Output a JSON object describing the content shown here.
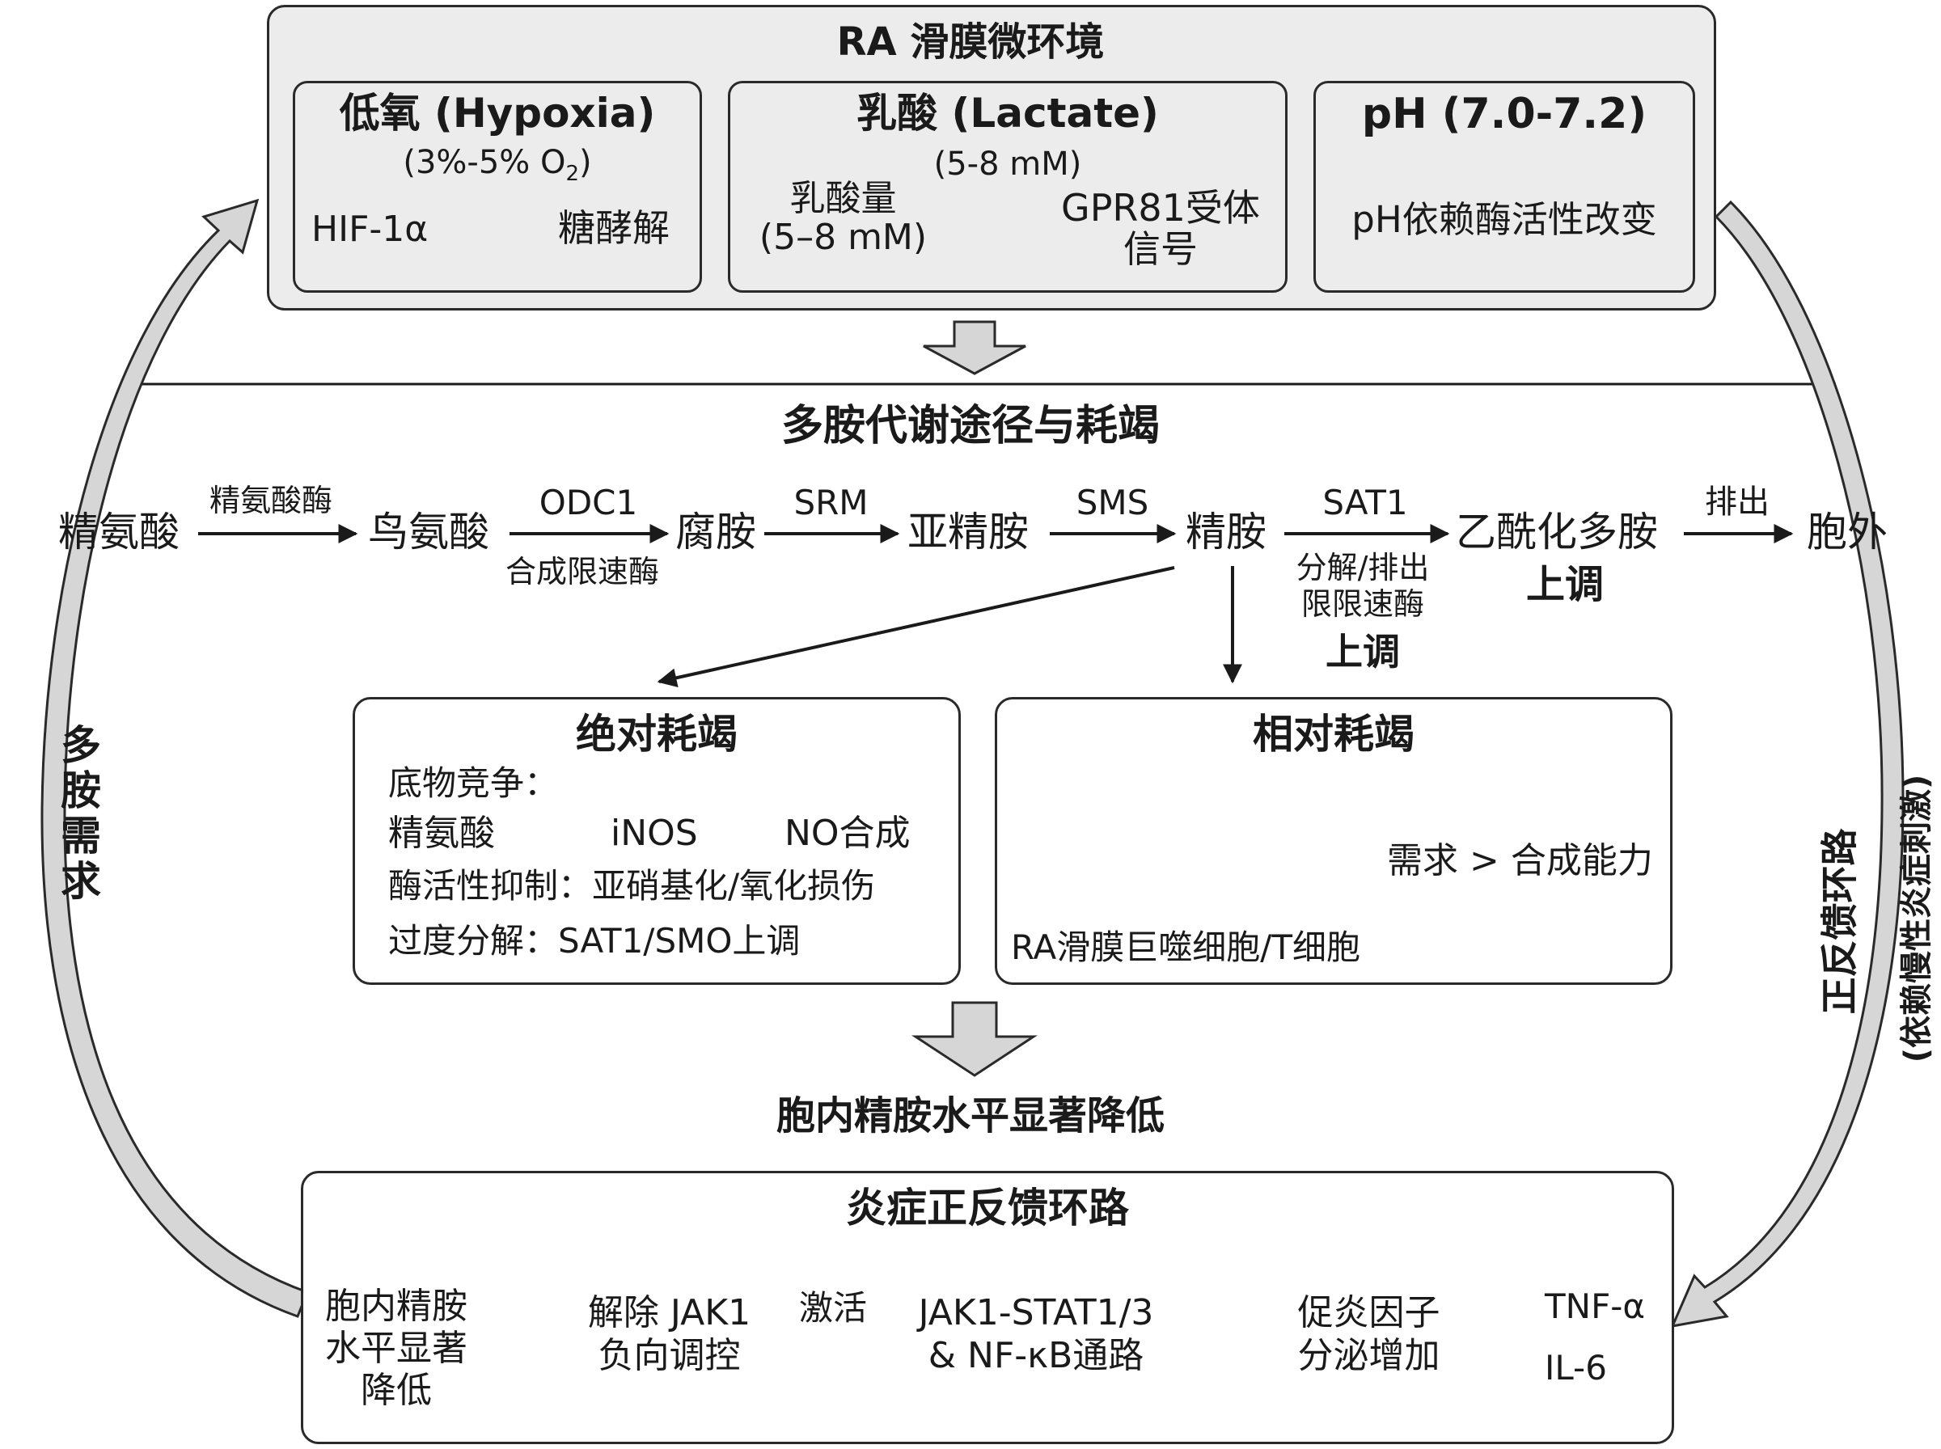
{
  "microenv": {
    "title": "RA 滑膜微环境",
    "hypoxia": {
      "title": "低氧 (Hypoxia)",
      "sub_pre": "(3%-5% O",
      "sub_sub": "2",
      "sub_post": ")",
      "left": "HIF-1α",
      "right": "糖酵解"
    },
    "lactate": {
      "title": "乳酸 (Lactate)",
      "sub": "(5-8 mM)",
      "left_line1": "乳酸量",
      "left_line2": "(5–8 mM)",
      "right_line1": "GPR81受体",
      "right_line2": "信号"
    },
    "ph": {
      "title": "pH (7.0-7.2)",
      "text": "pH依赖酶活性改变"
    }
  },
  "pathway": {
    "title": "多胺代谢途径与耗竭",
    "nodes": [
      "精氨酸",
      "鸟氨酸",
      "腐胺",
      "亚精胺",
      "精胺",
      "乙酰化多胺",
      "胞外"
    ],
    "enzymes": [
      "精氨酸酶",
      "ODC1",
      "SRM",
      "SMS",
      "SAT1",
      "排出"
    ],
    "odc1_note": "合成限速酶",
    "sat1_note_line1": "分解/排出",
    "sat1_note_line2": "限限速酶",
    "sat1_up": "上调",
    "acetyl_up": "上调"
  },
  "absolute": {
    "title": "绝对耗竭",
    "line1": "底物竞争：",
    "arg": "精氨酸",
    "inos": "iNOS",
    "no": "NO合成",
    "line3": "酶活性抑制：亚硝基化/氧化损伤",
    "line4": "过度分解：SAT1/SMO上调"
  },
  "relative": {
    "title": "相对耗竭",
    "demand": "需求 > 合成能力",
    "cells": "RA滑膜巨噬细胞/T细胞"
  },
  "result": "胞内精胺水平显著降低",
  "loop": {
    "title": "炎症正反馈环路",
    "step1_l1": "胞内精胺",
    "step1_l2": "水平显著",
    "step1_l3": "降低",
    "step2_l1": "解除 JAK1",
    "step2_l2": "负向调控",
    "activate": "激活",
    "step3_l1": "JAK1-STAT1/3",
    "step3_l2": "& NF-κB通路",
    "step4_l1": "促炎因子",
    "step4_l2": "分泌增加",
    "out1": "TNF-α",
    "out2": "IL-6"
  },
  "side_left": "多胺需求",
  "side_right_main": "正反馈环路",
  "side_right_sub": "(依赖慢性炎症刺激)",
  "colors": {
    "box_fill": "#ececec",
    "border": "#2a2a2a",
    "arrow_fill": "#d6d6d6"
  }
}
